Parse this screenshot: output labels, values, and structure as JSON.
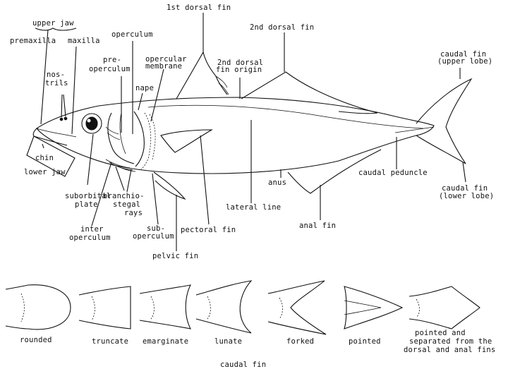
{
  "diagram": {
    "labels": {
      "first_dorsal_fin": "1st dorsal fin",
      "second_dorsal_fin": "2nd dorsal fin",
      "upper_jaw": "upper jaw",
      "premaxilla": "premaxilla",
      "maxilla": "maxilla",
      "operculum": "operculum",
      "nostrils_1": "nos-",
      "nostrils_2": "trils",
      "preoperculum_1": "pre-",
      "preoperculum_2": "operculum",
      "opercular_membrane_1": "opercular",
      "opercular_membrane_2": "membrane",
      "second_dorsal_origin_1": "2nd dorsal",
      "second_dorsal_origin_2": "fin origin",
      "nape": "nape",
      "caudal_upper_1": "caudal fin",
      "caudal_upper_2": "(upper lobe)",
      "chin": "chin",
      "lower_jaw": "lower jaw",
      "suborbital_1": "suborbital",
      "suborbital_2": "plate",
      "branchiostegal_1": "branchio-",
      "branchiostegal_2": "stegal",
      "branchiostegal_3": "rays",
      "anus": "anus",
      "caudal_peduncle": "caudal peduncle",
      "caudal_lower_1": "caudal fin",
      "caudal_lower_2": "(lower lobe)",
      "lateral_line": "lateral line",
      "interoperculum_1": "inter",
      "interoperculum_2": "operculum",
      "suboperculum_1": "sub-",
      "suboperculum_2": "operculum",
      "pectoral_fin": "pectoral fin",
      "anal_fin": "anal fin",
      "pelvic_fin": "pelvic fin"
    },
    "caudal_shapes": {
      "items": [
        "rounded",
        "truncate",
        "emarginate",
        "lunate",
        "forked",
        "pointed"
      ],
      "last_item_1": "pointed and",
      "last_item_2": "separated from the",
      "last_item_3": "dorsal and anal fins",
      "title": "caudal fin"
    }
  }
}
